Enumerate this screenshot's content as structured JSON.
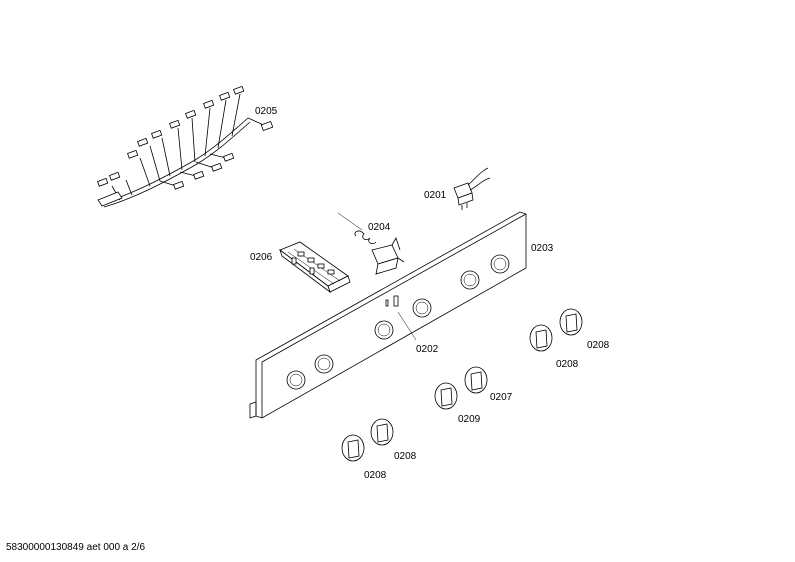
{
  "labels": {
    "p0205": "0205",
    "p0201": "0201",
    "p0204": "0204",
    "p0203": "0203",
    "p0206": "0206",
    "p0202": "0202",
    "p0208_a": "0208",
    "p0208_b": "0208",
    "p0207": "0207",
    "p0209": "0209",
    "p0208_c": "0208",
    "p0208_d": "0208"
  },
  "footer": "58300000130849 aet 000 a 2/6"
}
